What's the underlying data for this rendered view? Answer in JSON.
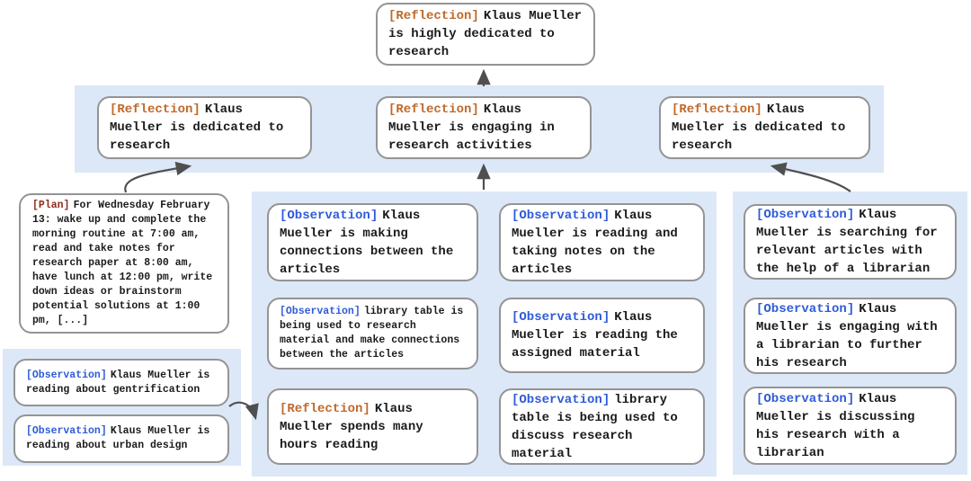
{
  "colors": {
    "reflection_tag": "#C0692A",
    "observation_tag": "#2F5BD7",
    "plan_tag": "#8F2A1C",
    "panel_bg": "#DCE8F7",
    "node_border": "#949494",
    "arrow": "#4F4F4F",
    "text": "#1B1B1B"
  },
  "nodes": {
    "top_reflection": {
      "tag": "[Reflection]",
      "text": "Klaus Mueller is highly dedicated to research"
    },
    "band": [
      {
        "tag": "[Reflection]",
        "text": "Klaus Mueller is dedicated to research"
      },
      {
        "tag": "[Reflection]",
        "text": "Klaus Mueller is engaging in research activities"
      },
      {
        "tag": "[Reflection]",
        "text": "Klaus Mueller is dedicated to research"
      }
    ],
    "plan": {
      "tag": "[Plan]",
      "text": "For Wednesday February 13: wake up and complete the morning routine at 7:00 am, read and take notes for research paper at 8:00 am, have lunch at 12:00 pm, write down ideas or brainstorm potential solutions at 1:00 pm, [...]"
    },
    "left_panel": [
      {
        "tag": "[Observation]",
        "text": "Klaus Mueller is reading about gentrification"
      },
      {
        "tag": "[Observation]",
        "text": "Klaus Mueller is reading about urban design"
      }
    ],
    "center_panel": [
      {
        "tag": "[Observation]",
        "text": "Klaus Mueller is making connections between the articles"
      },
      {
        "tag": "[Observation]",
        "text": "Klaus Mueller is reading and taking notes on the articles"
      },
      {
        "tag": "[Observation]",
        "text": "library table is being used to research material and make connections between the articles"
      },
      {
        "tag": "[Observation]",
        "text": "Klaus Mueller is reading the assigned material"
      },
      {
        "tag": "[Reflection]",
        "text": "Klaus Mueller spends many hours reading"
      },
      {
        "tag": "[Observation]",
        "text": "library table is being used to discuss research material"
      }
    ],
    "right_panel": [
      {
        "tag": "[Observation]",
        "text": "Klaus Mueller is searching for relevant articles with the help of a librarian"
      },
      {
        "tag": "[Observation]",
        "text": "Klaus Mueller is engaging with a librarian to further his research"
      },
      {
        "tag": "[Observation]",
        "text": "Klaus Mueller is discussing his research with a librarian"
      }
    ]
  }
}
